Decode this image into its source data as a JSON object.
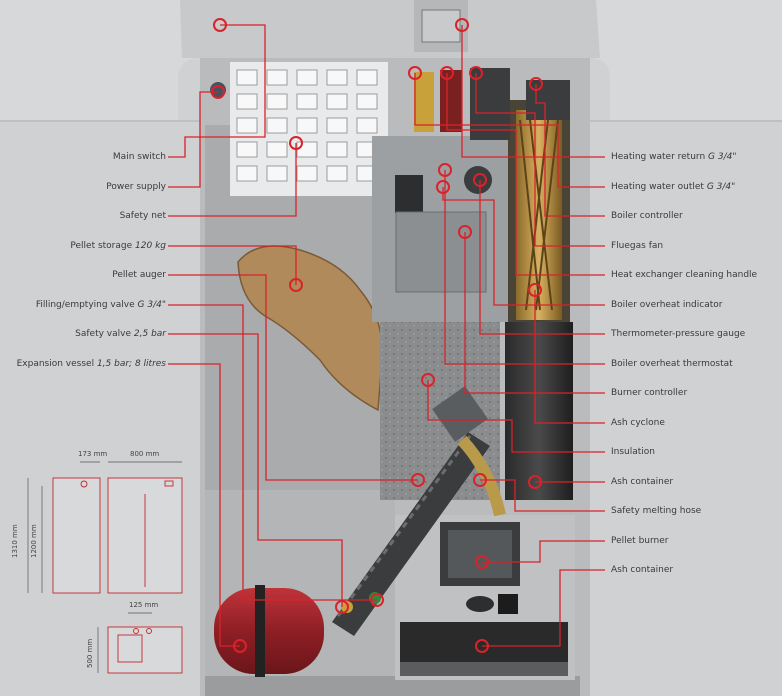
{
  "left_labels": [
    {
      "name": "Main switch",
      "spec": ""
    },
    {
      "name": "Power supply",
      "spec": ""
    },
    {
      "name": "Safety net",
      "spec": ""
    },
    {
      "name": "Pellet storage",
      "spec": "120 kg"
    },
    {
      "name": "Pellet auger",
      "spec": ""
    },
    {
      "name": "Filling/emptying valve",
      "spec": "G 3/4\""
    },
    {
      "name": "Safety valve",
      "spec": "2,5 bar"
    },
    {
      "name": "Expansion vessel",
      "spec": "1,5 bar; 8 litres"
    }
  ],
  "right_labels": [
    {
      "name": "Heating water return",
      "spec": "G 3/4\""
    },
    {
      "name": "Heating water outlet",
      "spec": "G 3/4\""
    },
    {
      "name": "Boiler controller",
      "spec": ""
    },
    {
      "name": "Fluegas fan",
      "spec": ""
    },
    {
      "name": "Heat exchanger cleaning handle",
      "spec": ""
    },
    {
      "name": "Boiler overheat indicator",
      "spec": ""
    },
    {
      "name": "Thermometer-pressure gauge",
      "spec": ""
    },
    {
      "name": "Boiler overheat thermostat",
      "spec": ""
    },
    {
      "name": "Burner controller",
      "spec": ""
    },
    {
      "name": "Ash cyclone",
      "spec": ""
    },
    {
      "name": "Insulation",
      "spec": ""
    },
    {
      "name": "Ash container",
      "spec": ""
    },
    {
      "name": "Safety melting hose",
      "spec": ""
    },
    {
      "name": "Pellet burner",
      "spec": ""
    },
    {
      "name": "Ash container",
      "spec": ""
    }
  ],
  "dimensions": {
    "d173": "173 mm",
    "d800": "800 mm",
    "d1310": "1310 mm",
    "d1200": "1200 mm",
    "d125": "125 mm",
    "d500": "500 mm"
  },
  "colors": {
    "accent": "#d8232a",
    "panel": "#c9cbcd",
    "background": "#d6d8da"
  }
}
